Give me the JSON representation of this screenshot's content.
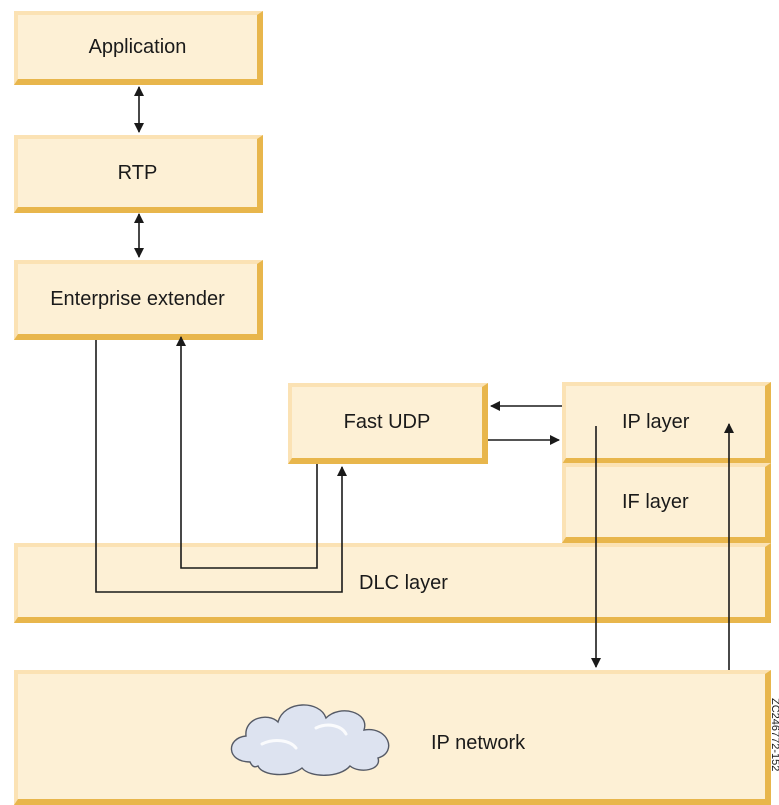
{
  "boxes": {
    "application": "Application",
    "rtp": "RTP",
    "enterprise_extender": "Enterprise extender",
    "fast_udp": "Fast UDP",
    "ip_layer": "IP layer",
    "if_layer": "IF layer",
    "dlc_layer": "DLC layer",
    "ip_network": "IP network"
  },
  "figure_id": "ZC246772-152",
  "colors": {
    "box_fill": "#fdf0d5",
    "box_shadow": "#e8b64c",
    "line": "#1a1a1a",
    "cloud_fill": "#dde3f0"
  }
}
